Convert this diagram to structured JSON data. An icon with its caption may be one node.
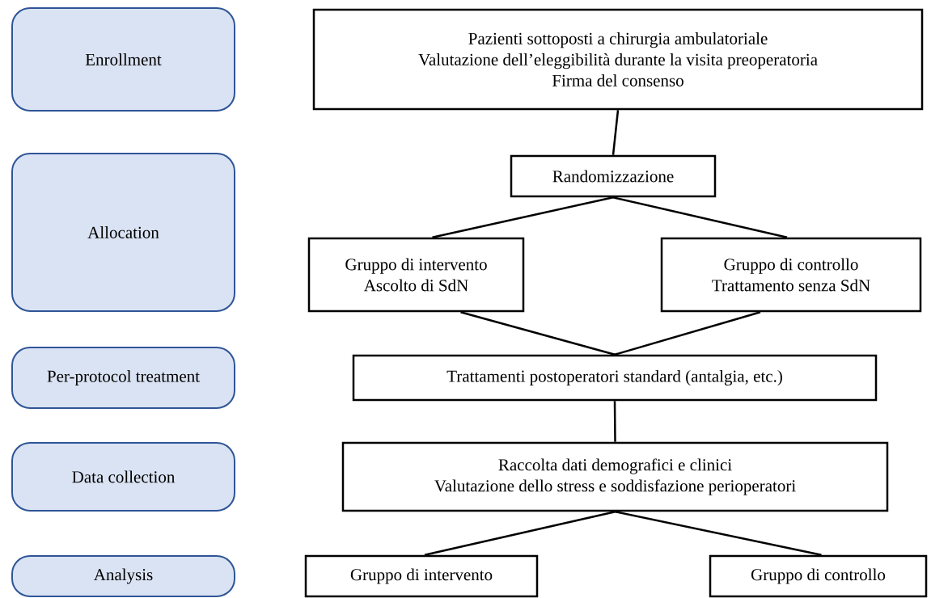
{
  "diagram": {
    "nodes": [
      {
        "text": [
          "Enrollment"
        ]
      },
      {
        "text": [
          "Allocation"
        ]
      },
      {
        "text": [
          "Per-protocol treatment"
        ]
      },
      {
        "text": [
          "Data collection"
        ]
      },
      {
        "text": [
          "Analysis"
        ]
      },
      {
        "text": [
          "Pazienti sottoposti a chirurgia ambulatoriale",
          "Valutazione dell’eleggibilità durante la visita preoperatoria",
          "Firma del consenso"
        ]
      },
      {
        "text": [
          "Randomizzazione"
        ]
      },
      {
        "text": [
          "Gruppo di intervento",
          "Ascolto di SdN"
        ]
      },
      {
        "text": [
          "Gruppo di controllo",
          "Trattamento senza SdN"
        ]
      },
      {
        "text": [
          "Trattamenti postoperatori standard (antalgia, etc.)"
        ]
      },
      {
        "text": [
          "Raccolta dati demografici e clinici",
          "Valutazione dello stress e soddisfazione perioperatori"
        ]
      },
      {
        "text": [
          "Gruppo di intervento"
        ]
      },
      {
        "text": [
          "Gruppo di controllo"
        ]
      }
    ],
    "edges": [
      {
        "from": 5,
        "to": 6,
        "arrow": "none"
      },
      {
        "from": 6,
        "to": 7,
        "arrow": "none"
      },
      {
        "from": 6,
        "to": 8,
        "arrow": "none"
      },
      {
        "from": 7,
        "to": 9,
        "arrow": "none"
      },
      {
        "from": 8,
        "to": 9,
        "arrow": "none"
      },
      {
        "from": 9,
        "to": 10,
        "arrow": "none"
      },
      {
        "from": 10,
        "to": 11,
        "arrow": "none"
      },
      {
        "from": 10,
        "to": 12,
        "arrow": "none"
      }
    ]
  }
}
